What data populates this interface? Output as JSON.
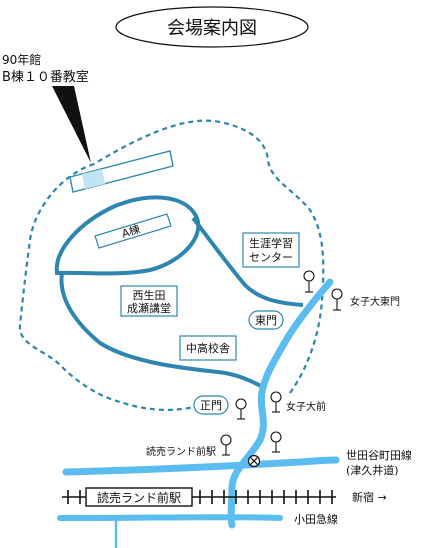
{
  "title": "会場案内図",
  "venue": {
    "line1": "90年館",
    "line2": "B棟１０番教室"
  },
  "buildings": {
    "a_bldg": "A棟",
    "lifelong_line1": "生涯学習",
    "lifelong_line2": "センター",
    "nishi_line1": "西生田",
    "nishi_line2": "成瀬講堂",
    "junior_high": "中高校舎"
  },
  "gates": {
    "east": "東門",
    "main": "正門"
  },
  "bus_stops": {
    "east_gate": "女子大東門",
    "univ_front": "女子大前",
    "station": "読売ランド前駅"
  },
  "road": {
    "line1": "世田谷町田線",
    "line2": "(津久井道)"
  },
  "railway": {
    "station": "読売ランド前駅",
    "direction": "新宿 →",
    "line": "小田急線"
  },
  "colors": {
    "river": "#5bbcf0",
    "path": "#2e86b0",
    "boundary": "#2e86b0",
    "highlight": "#bfe4f5"
  }
}
